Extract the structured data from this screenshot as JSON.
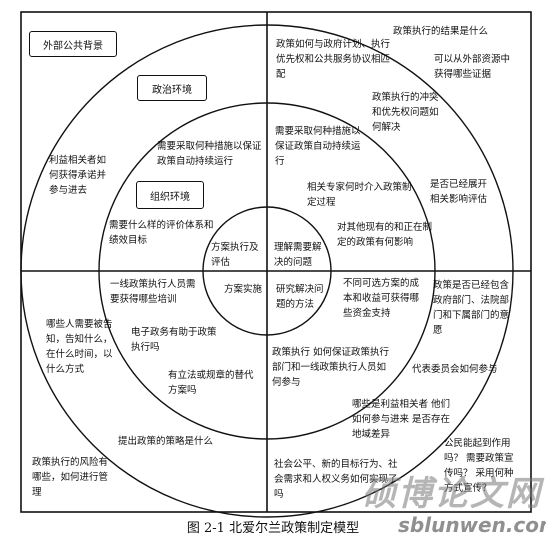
{
  "labels": {
    "outer_context": "外部公共背景",
    "political_env": "政治环境",
    "org_env": "组织环境"
  },
  "center": {
    "tl": "方案执行及评估",
    "tr": "理解需要解决的问题",
    "bl": "方案实施",
    "br": "研究解决问题的方法"
  },
  "q1": {
    "outer_a": "政策执行的结果是什么",
    "outer_b": "可以从外部资源中获得哪些证据",
    "outer_c": "是否已经展开相关影响评估",
    "mid_a": "政策如何与政府计划、执行优先权和公共服务协议相匹配",
    "mid_b": "政策执行的冲突和优先权问题如何解决",
    "mid_c": "需要采取何种措施以保证政策自动持续运行",
    "inner_a": "相关专家何时介入政策制定过程",
    "inner_b": "对其他现有的和正在制定的政策有何影响"
  },
  "q2": {
    "outer_a": "利益相关者如何获得承诺并参与进去",
    "mid_a": "需要采取何种措施以保证政策自动持续运行",
    "inner_a": "需要什么样的评价体系和绩效目标"
  },
  "q3": {
    "outer_a": "哪些人需要被告知，告知什么，在什么时间，以什么方式",
    "outer_b": "政策执行的风险有哪些，如何进行管理",
    "mid_a": "一线政策执行人员需要获得哪些培训",
    "mid_b": "电子政务有助于政策执行吗",
    "mid_c": "有立法或规章的替代方案吗",
    "mid_d": "提出政策的策略是什么"
  },
  "q4": {
    "inner_a": "不同可选方案的成本和收益可获得哪些资金支持",
    "outer_a": "政策是否已经包含政府部门、法院部门和下属部门的意愿",
    "mid_a": "政策执行  如何保证政策执行部门和一线政策执行人员如何参与",
    "mid_b": "代表委员会如何参与",
    "mid_c": "哪些是利益相关者 他们如何参与进来  是否存在地域差异",
    "mid_d": "公民能起到作用吗？ 需要政策宣传吗？ 采用何种方式宣传？",
    "mid_e": "社会公平、新的目标行为、社会需求和人权义务如何实现了吗"
  },
  "caption": "图 2-1 北爱尔兰政策制定模型",
  "watermark": {
    "main": "硕博论文网",
    "url": "sblunwen.com"
  }
}
